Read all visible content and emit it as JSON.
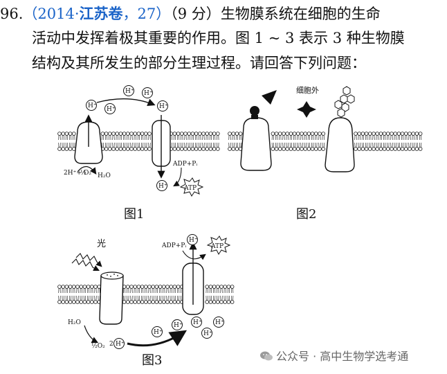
{
  "question": {
    "number": "96.",
    "source_open": "（2014·",
    "source_province": "江苏卷",
    "source_close": "，27）",
    "points": "（9 分）",
    "line1_rest": "生物膜系统在细胞的生命",
    "line2": "活动中发挥着极其重要的作用。图 1 ~ 3 表示 3 种生物膜",
    "line3": "结构及其所发生的部分生理过程。请回答下列问题："
  },
  "figures": {
    "fig1": {
      "caption": "图1",
      "labels": {
        "h": "H⁺",
        "reaction_left": "2H⁺+",
        "half": "½",
        "o2": "O₂",
        "h2o": "H₂O",
        "adp": "ADP+Pᵢ",
        "atp": "ATP"
      }
    },
    "fig2": {
      "caption": "图2",
      "outside_label": "细胞外"
    },
    "fig3": {
      "caption": "图3",
      "light_label": "光",
      "labels": {
        "adp": "ADP+Pᵢ",
        "atp": "ATP",
        "h": "H⁺",
        "h2o": "H₂O",
        "half_o2": "½O₂",
        "two": "2"
      }
    }
  },
  "watermark": "公众号 · 高中生物学选考通"
}
